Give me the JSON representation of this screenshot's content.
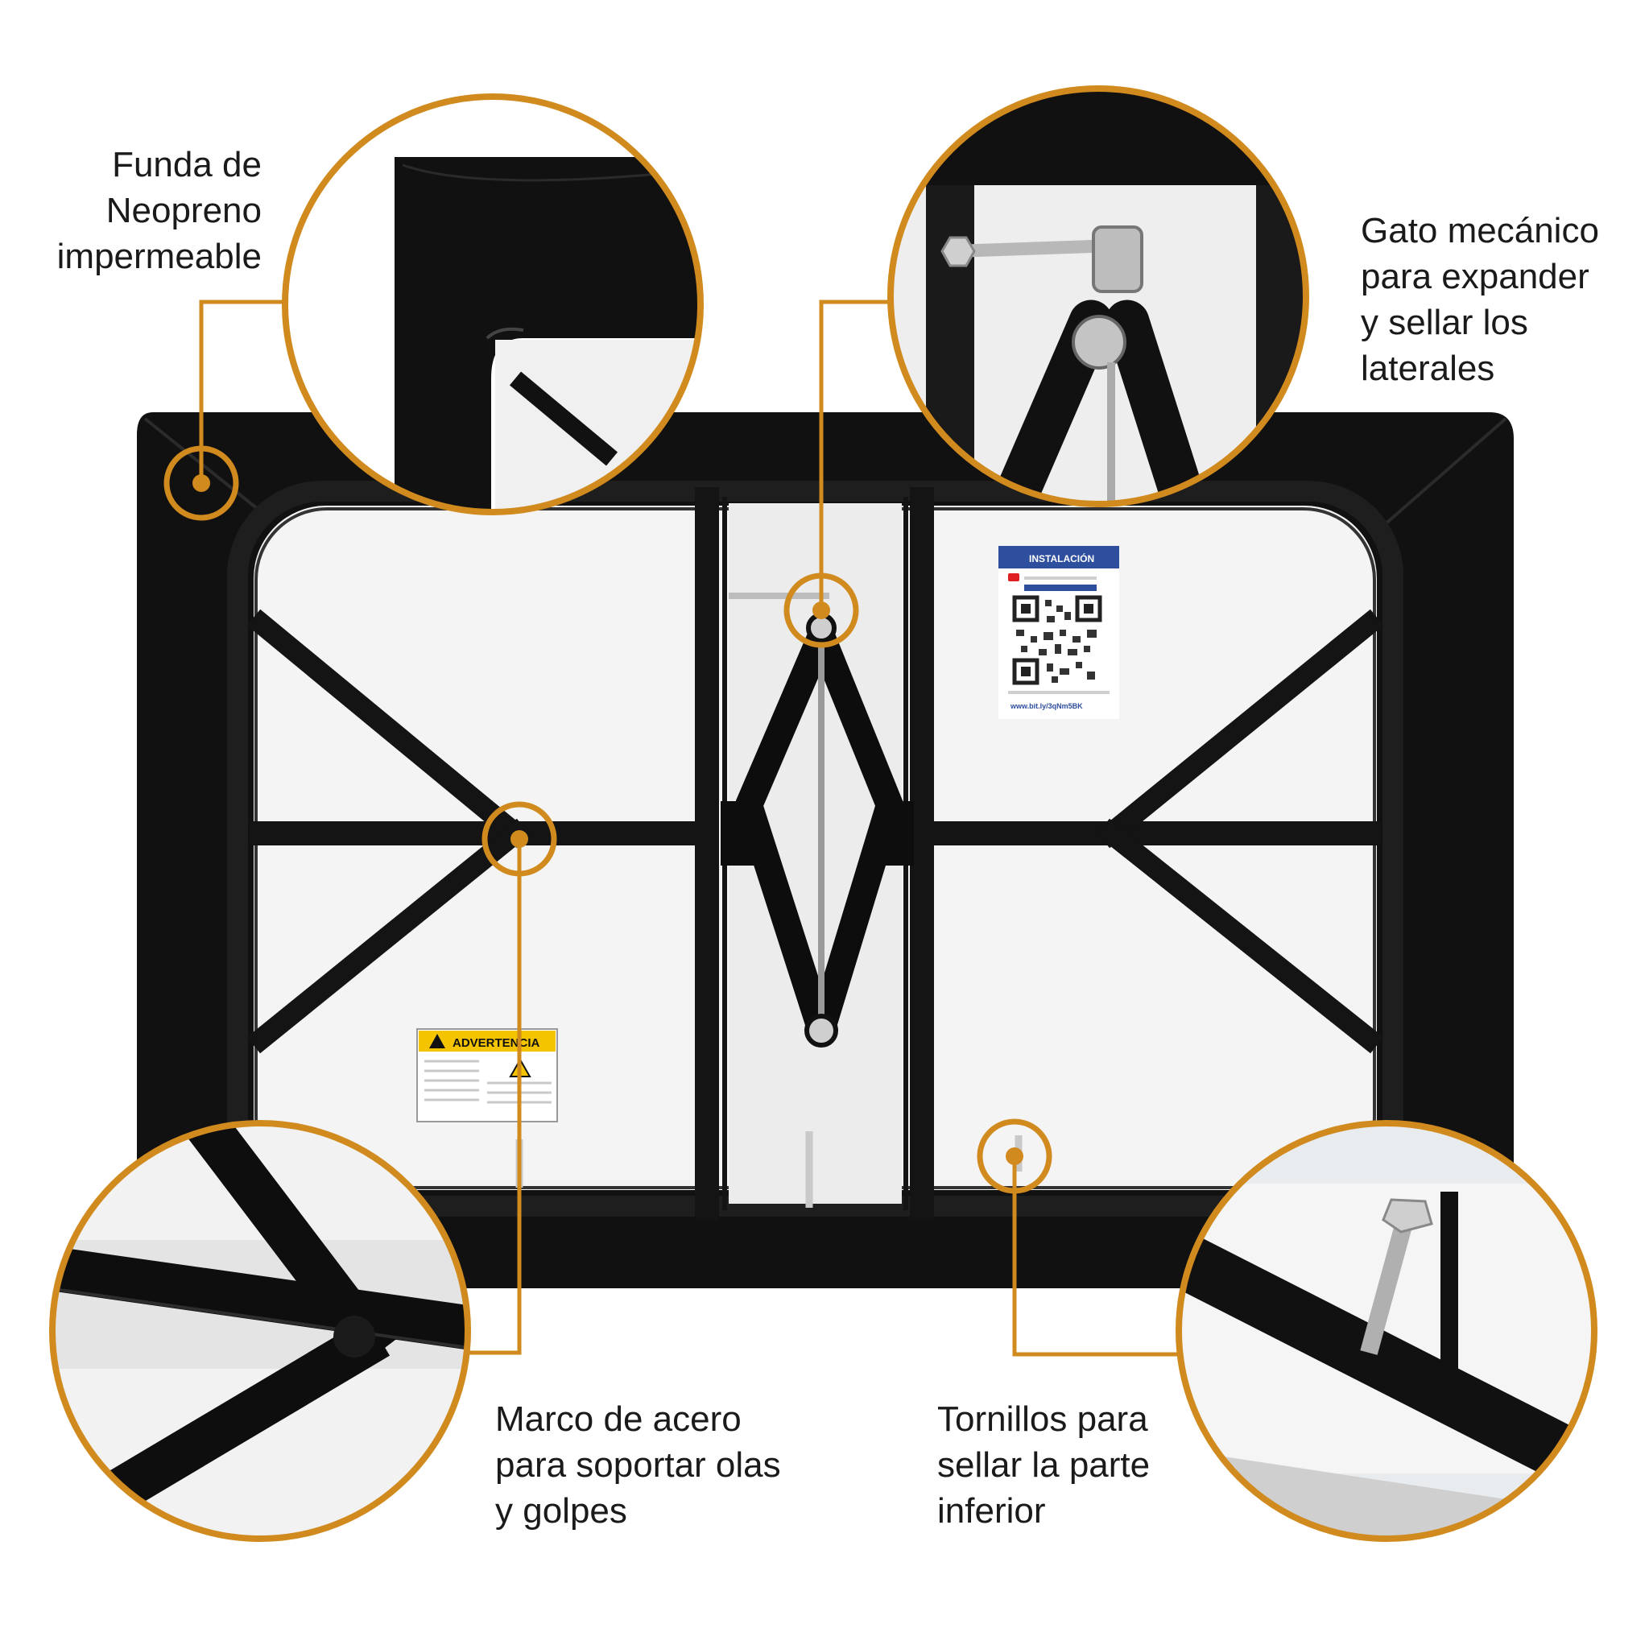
{
  "colors": {
    "accent": "#D08A1E",
    "frame": "#111111",
    "panel": "#F3F3F3",
    "warning_yellow": "#F5C400",
    "install_blue": "#2E4E9E"
  },
  "callouts": {
    "cover": {
      "lines": [
        "Funda de",
        "Neopreno",
        "impermeable"
      ]
    },
    "jack": {
      "lines": [
        "Gato mecánico",
        "para expander",
        "y sellar los",
        "laterales"
      ]
    },
    "frame": {
      "lines": [
        "Marco de acero",
        "para soportar olas",
        "y golpes"
      ]
    },
    "screws": {
      "lines": [
        "Tornillos para",
        "sellar la parte",
        "inferior"
      ]
    }
  },
  "stickers": {
    "warning": {
      "title": "ADVERTENCIA"
    },
    "install": {
      "title": "INSTALACIÓN",
      "footer": "www.bit.ly/3qNm5BK"
    }
  }
}
